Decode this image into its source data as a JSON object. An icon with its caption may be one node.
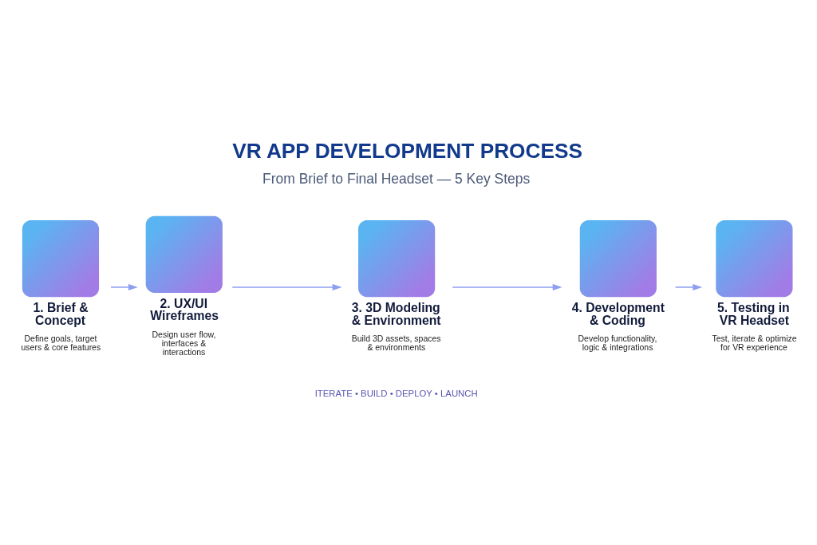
{
  "diagram": {
    "title": "VR APP DEVELOPMENT PROCESS",
    "nodes": [
      {
        "text": [
          "1. Brief & Concept",
          "Define goals, target users & core features"
        ]
      },
      {
        "text": [
          "2. UX/UI Wireframes",
          "Design user flow, interfaces & interactions"
        ]
      },
      {
        "text": [
          "3. 3D Modeling & Environment",
          "Build 3D assets, spaces & environments"
        ]
      },
      {
        "text": [
          "4. Development & Coding",
          "Develop functionality, logic & integrations"
        ]
      },
      {
        "text": [
          "5. Testing in VR Headset",
          "Test, iterate & optimize for VR experience"
        ]
      }
    ],
    "edges": [
      {
        "from": 0,
        "to": 1,
        "arrow": "to"
      },
      {
        "from": 1,
        "to": 2,
        "arrow": "to"
      },
      {
        "from": 2,
        "to": 3,
        "arrow": "to"
      },
      {
        "from": 3,
        "to": 4,
        "arrow": "to"
      }
    ],
    "labels": [
      "From Brief to Final Headset — 5 Key Steps",
      "ITERATE • BUILD • DEPLOY • LAUNCH"
    ]
  }
}
